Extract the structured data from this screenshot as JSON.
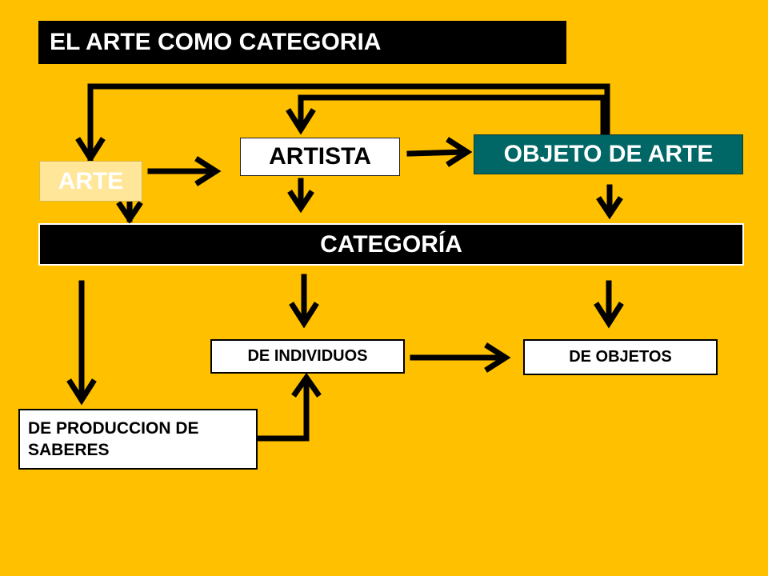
{
  "title": "EL ARTE COMO CATEGORIA",
  "nodes": {
    "arte": "ARTE",
    "artista": "ARTISTA",
    "objeto_de_arte": "OBJETO DE ARTE",
    "categoria": "CATEGORÍA",
    "de_individuos": "DE INDIVIDUOS",
    "de_objetos": "DE OBJETOS",
    "de_produccion": "DE PRODUCCION DE SABERES"
  },
  "colors": {
    "background": "#FFC000",
    "arte_fill": "#FFE699",
    "objeto_fill": "#006666",
    "dark": "#000000"
  }
}
